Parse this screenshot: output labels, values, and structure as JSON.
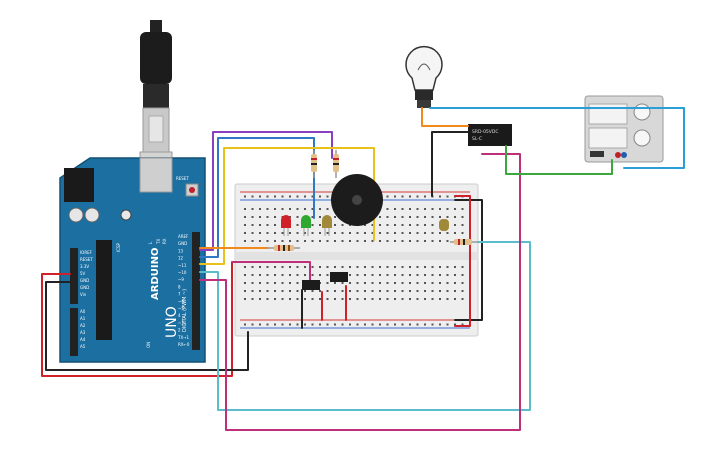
{
  "canvas": {
    "background": "#ffffff"
  },
  "arduino": {
    "brand": "ARDUINO",
    "model": "UNO",
    "digital_label": "DIGITAL (PWM ~)",
    "reset_label": "RESET",
    "icsp_label": "ICSP",
    "tx_label": "TX",
    "rx_label": "RX",
    "l_label": "L",
    "on_label": "ON",
    "power_pins": [
      "IOREF",
      "RESET",
      "3.3V",
      "5V",
      "GND",
      "GND",
      "Vin"
    ],
    "analog_pins": [
      "A0",
      "A1",
      "A2",
      "A3",
      "A4",
      "A5"
    ],
    "digital_pins": [
      "AREF",
      "GND",
      "13",
      "12",
      "~11",
      "~10",
      "~9",
      "8",
      "7",
      "~6",
      "~5",
      "4",
      "~3",
      "2",
      "TX→1",
      "RX←0"
    ],
    "board_color": "#1b6fa1"
  },
  "relay": {
    "lines": [
      "SRD-05VDC",
      "SL-C"
    ]
  },
  "power_supply": {
    "color": "#d8d8d8"
  },
  "wire_colors": {
    "red": "#d0202a",
    "black": "#222222",
    "purple": "#8a3fc0",
    "blue": "#2f78c4",
    "yellow": "#e8c21a",
    "orange": "#f08a1c",
    "green": "#3aa83a",
    "cyan": "#5bbccc",
    "magenta": "#c0307a",
    "sky": "#2a9fd6"
  }
}
